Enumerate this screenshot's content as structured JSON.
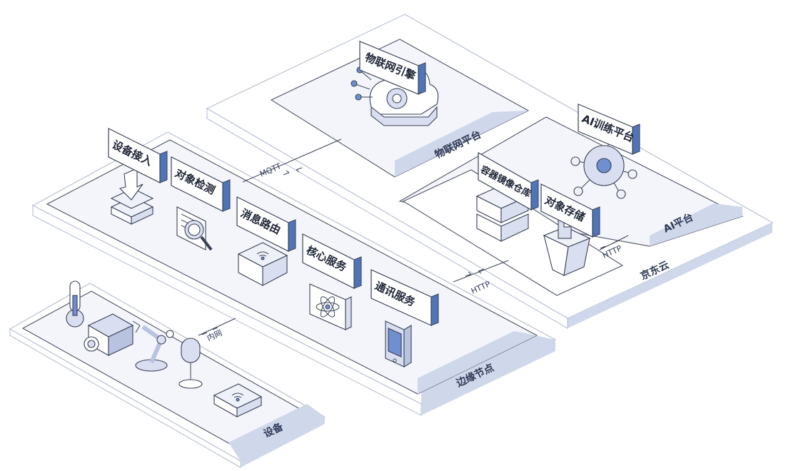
{
  "platforms": {
    "jdcloud": "京东云",
    "iot_platform": "物联网平台",
    "ai_platform": "AI平台",
    "edge_node": "边缘节点",
    "devices": "设备"
  },
  "modules": {
    "iot_engine": "物联网引擎",
    "ai_training": "AI训练平台",
    "container_registry": "容器镜像仓库",
    "object_storage": "对象存储",
    "device_access": "设备接入",
    "object_detection": "对象检测",
    "message_routing": "消息路由",
    "core_service": "核心服务",
    "comm_service": "通讯服务"
  },
  "protocols": {
    "mqtt": "MQTT",
    "http_edge": "HTTP",
    "http_storage": "HTTP",
    "lan": "内网"
  },
  "icons": {
    "iot_engine": "cloud-gear-icon",
    "ai_training": "network-node-icon",
    "container_registry": "container-box-icon",
    "object_storage": "storage-bucket-icon",
    "device_access": "download-tray-icon",
    "object_detection": "magnifier-document-icon",
    "message_routing": "wifi-router-icon",
    "core_service": "atom-icon",
    "comm_service": "tablet-icon",
    "thermometer": "thermometer-icon",
    "camera": "camera-icon",
    "robot_arm": "robot-arm-icon",
    "microphone": "microphone-icon",
    "router": "wifi-router-icon"
  },
  "colors": {
    "band": "#cfd7ea",
    "sign_accent": "#4f74b8",
    "outline": "#3a4256"
  }
}
